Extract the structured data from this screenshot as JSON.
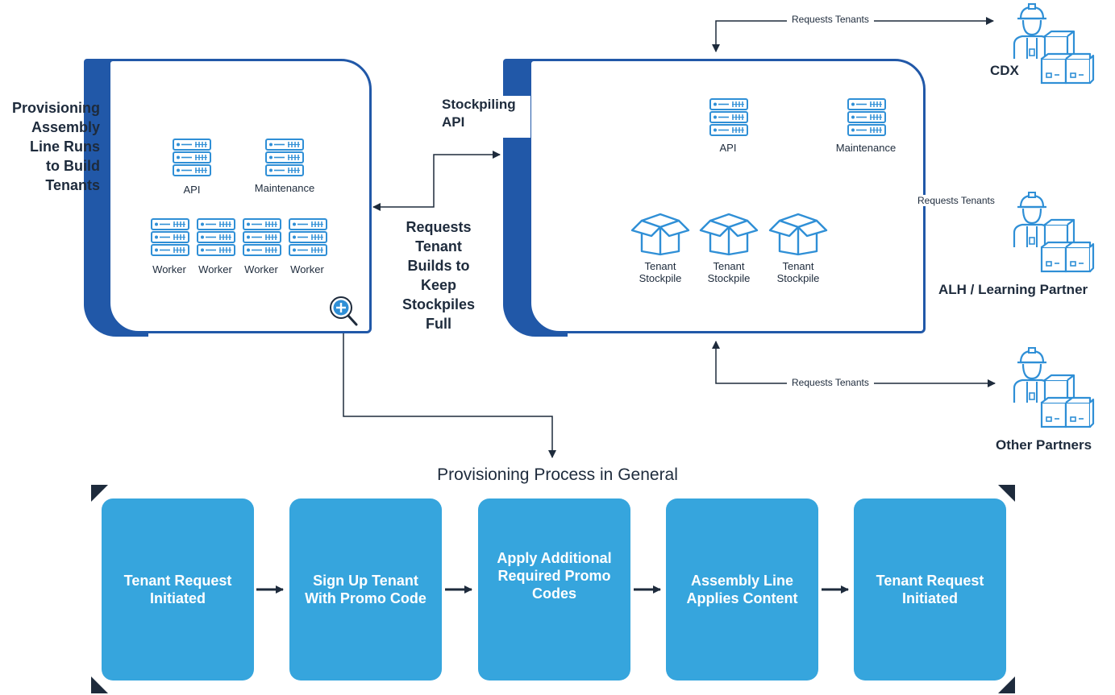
{
  "left_panel": {
    "side_title": [
      "Provisioning",
      "Assembly",
      "Line Runs",
      "to Build",
      "Tenants"
    ],
    "servers": [
      {
        "label": "API"
      },
      {
        "label": "Maintenance"
      }
    ],
    "workers": [
      "Worker",
      "Worker",
      "Worker",
      "Worker"
    ],
    "zoom_icon": "magnify-plus-icon"
  },
  "center_text": [
    "Requests",
    "Tenant",
    "Builds to",
    "Keep",
    "Stockpiles",
    "Full"
  ],
  "right_panel": {
    "tab_label": [
      "Stockpiling",
      "API"
    ],
    "servers": [
      {
        "label": "API"
      },
      {
        "label": "Maintenance"
      }
    ],
    "stockpiles": [
      {
        "line1": "Tenant",
        "line2": "Stockpile"
      },
      {
        "line1": "Tenant",
        "line2": "Stockpile"
      },
      {
        "line1": "Tenant",
        "line2": "Stockpile"
      }
    ]
  },
  "partners": [
    {
      "name": "CDX",
      "request": "Requests Tenants"
    },
    {
      "name": "ALH / Learning Partner",
      "request": "Requests Tenants"
    },
    {
      "name": "Other Partners",
      "request": "Requests Tenants"
    }
  ],
  "process": {
    "title": "Provisioning Process in General",
    "steps": [
      {
        "label": "Tenant Request Initiated"
      },
      {
        "label": "Sign Up Tenant With Promo Code"
      },
      {
        "label": "Apply Additional Required Promo Codes"
      },
      {
        "label": "Assembly Line Applies Content"
      },
      {
        "label": "Tenant Request Initiated"
      }
    ]
  },
  "colors": {
    "panel_blue": "#2158a8",
    "step_blue": "#36a5dd",
    "icon_blue": "#2f8fd6",
    "text_dark": "#1e2b3c"
  }
}
